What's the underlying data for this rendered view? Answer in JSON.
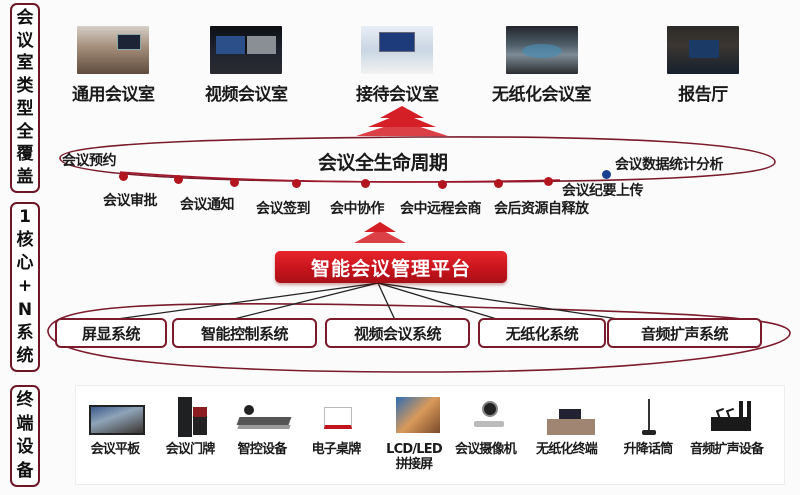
{
  "side_labels": [
    {
      "id": "room-types",
      "chars": [
        "会",
        "议",
        "室",
        "类",
        "型",
        "全",
        "覆",
        "盖"
      ]
    },
    {
      "id": "core-systems",
      "chars": [
        "1",
        "核",
        "心",
        "+",
        "N",
        "系",
        "统"
      ]
    },
    {
      "id": "terminal-devices",
      "chars": [
        "终",
        "端",
        "设",
        "备"
      ]
    }
  ],
  "room_types": [
    {
      "label": "通用会议室",
      "image": "general-meeting-room-photo"
    },
    {
      "label": "视频会议室",
      "image": "video-meeting-room-photo"
    },
    {
      "label": "接待会议室",
      "image": "reception-meeting-room-photo"
    },
    {
      "label": "无纸化会议室",
      "image": "paperless-meeting-room-photo"
    },
    {
      "label": "报告厅",
      "image": "lecture-hall-photo"
    }
  ],
  "lifecycle": {
    "title": "会议全生命周期",
    "steps": [
      "会议预约",
      "会议审批",
      "会议通知",
      "会议签到",
      "会中协作",
      "会中远程会商",
      "会后资源自释放",
      "会议纪要上传",
      "会议数据统计分析"
    ]
  },
  "platform": {
    "label": "智能会议管理平台"
  },
  "systems": [
    "屏显系统",
    "智能控制系统",
    "视频会议系统",
    "无纸化系统",
    "音频扩声系统"
  ],
  "devices": [
    {
      "label": "会议平板",
      "icon": "tablet-icon"
    },
    {
      "label": "会议门牌",
      "icon": "door-sign-icon"
    },
    {
      "label": "智控设备",
      "icon": "control-device-icon"
    },
    {
      "label": "电子桌牌",
      "icon": "desk-nameplate-icon"
    },
    {
      "label": "LCD/LED",
      "label2": "拼接屏",
      "icon": "video-wall-icon"
    },
    {
      "label": "会议摄像机",
      "icon": "camera-icon"
    },
    {
      "label": "无纸化终端",
      "icon": "paperless-terminal-icon"
    },
    {
      "label": "升降话筒",
      "icon": "lifting-microphone-icon"
    },
    {
      "label": "音频扩声设备",
      "icon": "audio-speaker-icon"
    }
  ],
  "colors": {
    "accent_red": "#d41f26",
    "border_maroon": "#7b1a2b",
    "highlight_blue_dot": "#1d3f8f"
  }
}
